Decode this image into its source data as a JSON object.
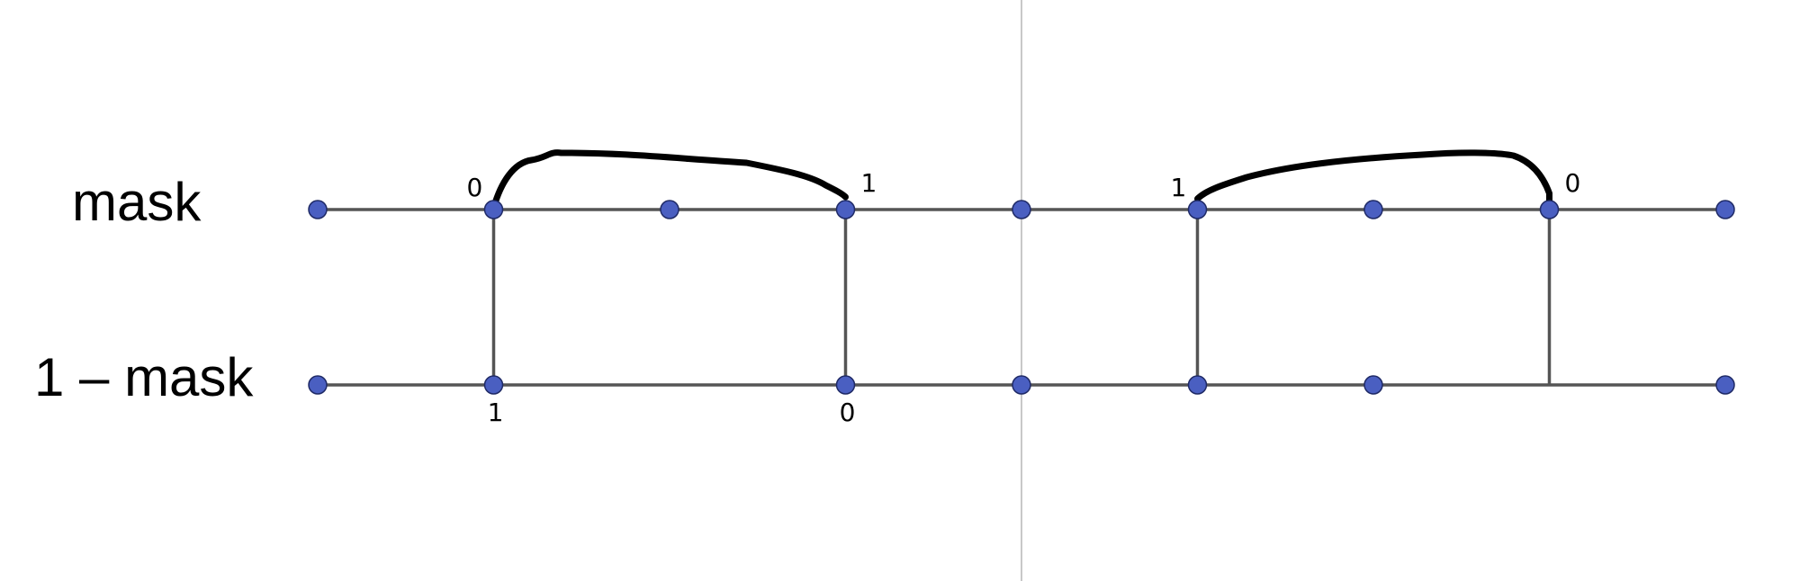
{
  "colors": {
    "background": "#ffffff",
    "line": "#555555",
    "axis": "#c8c8c8",
    "point_fill": "#4a5fc1",
    "point_stroke": "#1f2a66",
    "curve": "#000000"
  },
  "rows": {
    "top": {
      "label": "mask"
    },
    "bottom": {
      "label": "1 – mask"
    }
  },
  "points": {
    "top": [
      0,
      1,
      2,
      3,
      4,
      5,
      6,
      7,
      8
    ],
    "bottom": [
      0,
      1,
      3,
      4,
      5,
      6,
      8
    ]
  },
  "links": [
    1,
    3,
    5,
    7
  ],
  "arcs": [
    {
      "from": 1,
      "to": 3,
      "from_label": "0",
      "to_label": "1"
    },
    {
      "from": 5,
      "to": 7,
      "from_label": "1",
      "to_label": "0"
    }
  ],
  "bottom_labels": [
    {
      "index": 1,
      "text": "1"
    },
    {
      "index": 3,
      "text": "0"
    }
  ],
  "axis_index": 4
}
